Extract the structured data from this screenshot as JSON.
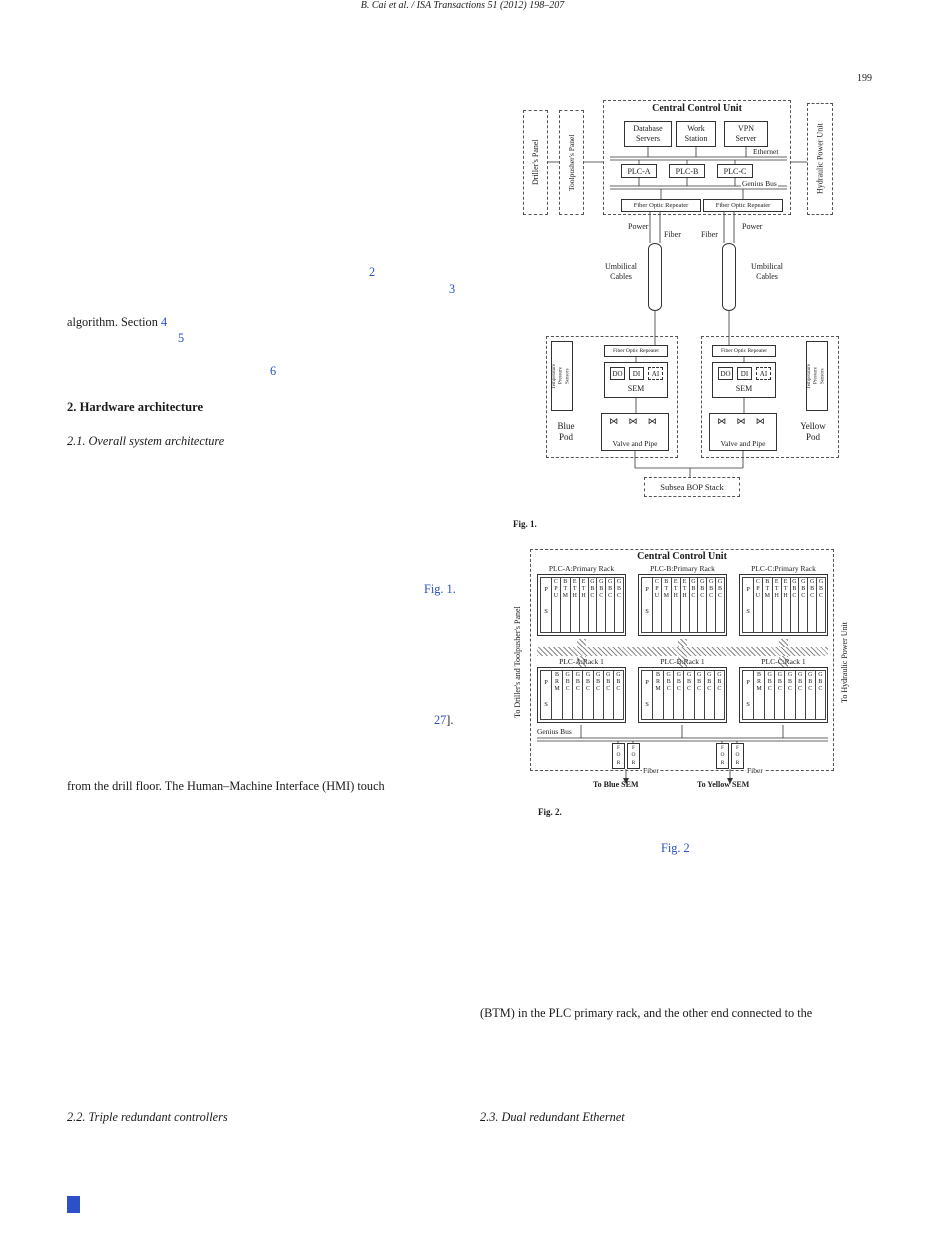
{
  "colors": {
    "link_blue": "#2b50c8",
    "text": "#1a1a1a"
  },
  "header": {
    "running_title": "B. Cai et al. / ISA Transactions 51 (2012) 198–207",
    "page_number": "199"
  },
  "left_column": {
    "cite_2": "2",
    "cite_3": "3",
    "algorithm_line": "algorithm. Section",
    "cite_4": "4",
    "cite_5": "5",
    "cite_6": "6",
    "section_2_heading": "2. Hardware architecture",
    "section_2_1_heading": "2.1. Overall system architecture",
    "fig1_link": "Fig. 1.",
    "cite_27": "27",
    "cite_27_after": "].",
    "drill_line": "from the drill floor. The Human–Machine Interface (HMI) touch",
    "section_2_2_heading": "2.2. Triple redundant controllers"
  },
  "right_column": {
    "btm_line": "(BTM) in the PLC primary rack, and the other end connected to the",
    "fig2_link": "Fig. 2",
    "section_2_3_heading": "2.3. Dual redundant Ethernet"
  },
  "fig1": {
    "caption": "Fig. 1.",
    "ccu_title": "Central Control Unit",
    "database_servers": "Database\nServers",
    "work_station": "Work\nStation",
    "vpn_server": "VPN\nServer",
    "ethernet": "Ethernet",
    "plc_a": "PLC-A",
    "plc_b": "PLC-B",
    "plc_c": "PLC-C",
    "genius_bus": "Genius Bus",
    "fiber_optic_repeater": "Fiber Optic Repeater",
    "drillers_panel": "Driller's Panel",
    "toolpushers_panel": "Toolpusher's Panel",
    "hydraulic_power_unit": "Hydraulic Power Unit",
    "power": "Power",
    "fiber": "Fiber",
    "umbilical_cables": "Umbilical\nCables",
    "temperature_pressure_sensors": "Temperature\nPressure\nSensors",
    "do": "DO",
    "di": "DI",
    "ai": "AI",
    "sem": "SEM",
    "valve_symbols": "⋈ ⋈ ⋈",
    "valve_and_pipe": "Valve and Pipe",
    "blue_pod": "Blue\nPod",
    "yellow_pod": "Yellow\nPod",
    "subsea_bop_stack": "Subsea BOP Stack"
  },
  "fig2": {
    "caption": "Fig. 2.",
    "ccu_title": "Central Control Unit",
    "left_label": "To Driller's and Toolpusher's Panel",
    "right_label": "To Hydraulic Power Unit",
    "genius_bus": "Genius Bus",
    "fiber": "Fiber",
    "to_blue_sem": "To Blue SEM",
    "to_yellow_sem": "To Yellow SEM",
    "ps": "P\nS",
    "for_module": "F\nO\nR",
    "primary_racks": [
      {
        "label": "PLC-A:Primary Rack"
      },
      {
        "label": "PLC-B:Primary Rack"
      },
      {
        "label": "PLC-C:Primary Rack"
      }
    ],
    "primary_modules": [
      "C\nP\nU",
      "B\nT\nM",
      "E\nT\nH",
      "E\nT\nH",
      "G\nB\nC",
      "G\nB\nC",
      "G\nB\nC",
      "G\nB\nC"
    ],
    "racks1": [
      {
        "label": "PLC-A:Rack 1"
      },
      {
        "label": "PLC-B:Rack 1"
      },
      {
        "label": "PLC-C:Rack 1"
      }
    ],
    "rack1_modules": [
      "B\nR\nM",
      "G\nB\nC",
      "G\nB\nC",
      "G\nB\nC",
      "G\nB\nC",
      "G\nB\nC",
      "G\nB\nC"
    ]
  }
}
